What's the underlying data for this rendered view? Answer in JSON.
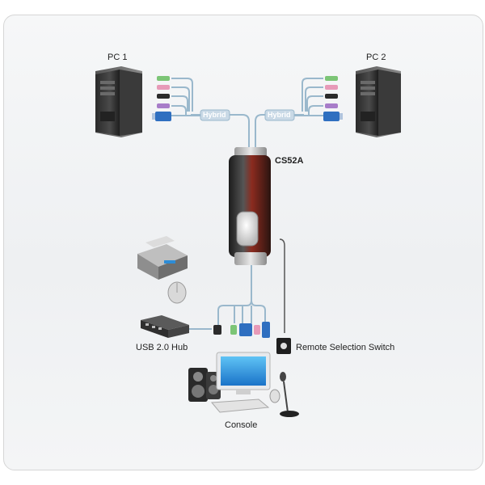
{
  "devices": {
    "pc1": "PC 1",
    "pc2": "PC 2",
    "switch_model": "CS52A",
    "hub": "USB 2.0 Hub",
    "remote": "Remote Selection Switch",
    "console": "Console"
  },
  "cables": {
    "left": "Hybrid",
    "right": "Hybrid"
  },
  "colors": {
    "cable": "#9ab8cc",
    "audio_green": "#7cc576",
    "audio_pink": "#e79ab8",
    "vga_blue": "#2f6fc0",
    "usb_purple": "#a77cc9"
  }
}
